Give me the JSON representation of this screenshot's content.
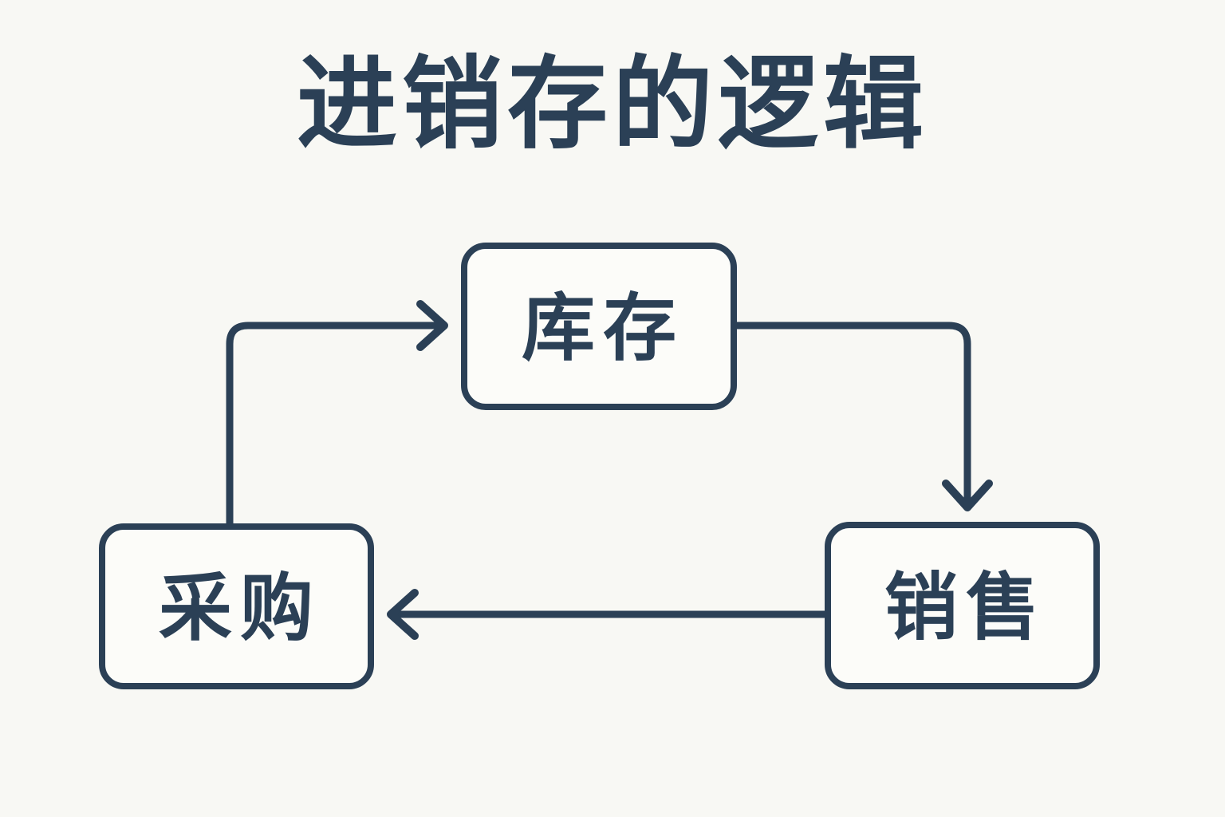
{
  "title": "进销存的逻辑",
  "colors": {
    "ink": "#2b4056",
    "background": "#f8f8f4",
    "node_fill": "#fcfcf9"
  },
  "nodes": [
    {
      "id": "inventory",
      "label": "库存"
    },
    {
      "id": "purchase",
      "label": "采购"
    },
    {
      "id": "sales",
      "label": "销售"
    }
  ],
  "edges": [
    {
      "from": "采购",
      "to": "库存",
      "direction": "up-then-right"
    },
    {
      "from": "库存",
      "to": "销售",
      "direction": "right-then-down"
    },
    {
      "from": "销售",
      "to": "采购",
      "direction": "left"
    }
  ]
}
